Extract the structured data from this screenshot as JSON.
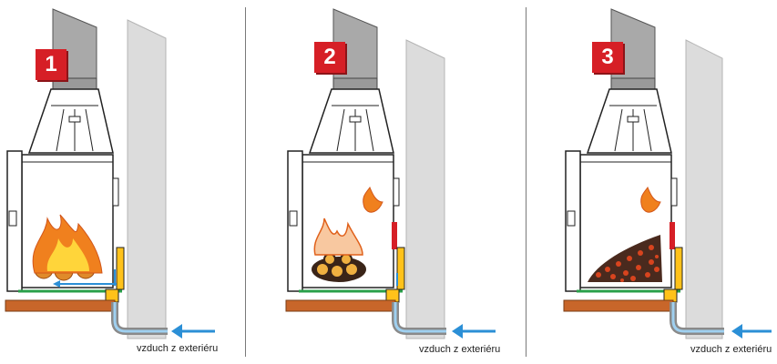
{
  "panels": [
    {
      "number": "1",
      "caption": "vzduch z exteriéru"
    },
    {
      "number": "2",
      "caption": "vzduch z exteriéru"
    },
    {
      "number": "3",
      "caption": "vzduch z exteriéru"
    }
  ],
  "colors": {
    "badge": "#d61f26",
    "wall": "#dcdcdc",
    "chimney": "#a9a9a9",
    "base": "#c8662a",
    "arrow": "#2b8fd6",
    "pipe": "#8a8a8a",
    "flame_outer": "#f0801e",
    "flame_inner": "#ffd53a",
    "log": "#d87a1e",
    "coal": "#4a2a1e"
  }
}
